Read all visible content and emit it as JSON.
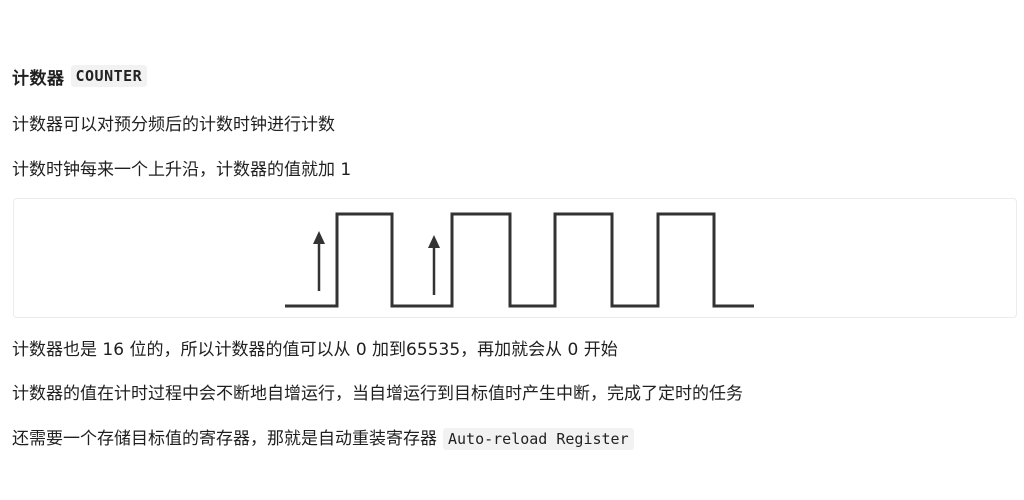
{
  "heading": {
    "text": "计数器",
    "code": "COUNTER"
  },
  "paragraphs": {
    "p1": "计数器可以对预分频后的计数时钟进行计数",
    "p2": "计数时钟每来一个上升沿，计数器的值就加 1",
    "p3": "计数器也是 16 位的，所以计数器的值可以从 0 加到65535，再加就会从 0 开始",
    "p4": "计数器的值在计时过程中会不断地自增运行，当自增运行到目标值时产生中断，完成了定时的任务",
    "p5_text": "还需要一个存储目标值的寄存器，那就是自动重装寄存器",
    "p5_code": "Auto-reload Register"
  },
  "figure": {
    "type": "square-wave-clock",
    "pulses": 4,
    "rising_edge_arrows": 2,
    "stroke_color": "#333333"
  }
}
